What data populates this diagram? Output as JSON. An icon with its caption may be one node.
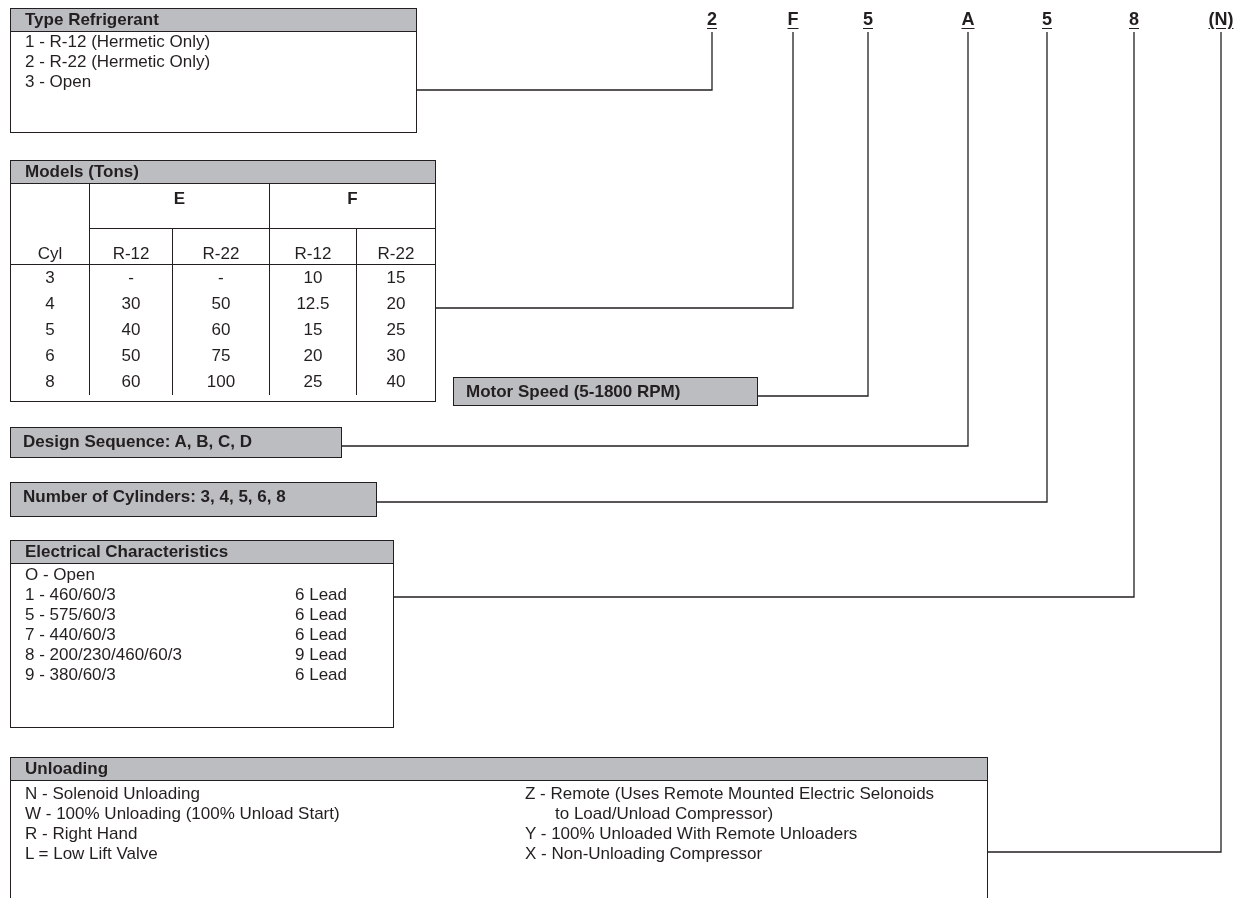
{
  "diagram": {
    "nodes": [
      {
        "text": [
          "2"
        ]
      },
      {
        "text": [
          "F"
        ]
      },
      {
        "text": [
          "5"
        ]
      },
      {
        "text": [
          "A"
        ]
      },
      {
        "text": [
          "5"
        ]
      },
      {
        "text": [
          "8"
        ]
      },
      {
        "text": [
          "(N)"
        ]
      },
      {
        "text": [
          "Type Refrigerant",
          "1 - R-12 (Hermetic Only)",
          "2 - R-22 (Hermetic Only)",
          "3 - Open"
        ]
      },
      {
        "text": [
          "Models (Tons)"
        ]
      },
      {
        "text": [
          "Motor Speed (5-1800 RPM)"
        ]
      },
      {
        "text": [
          "Design Sequence: A, B, C, D"
        ]
      },
      {
        "text": [
          "Number of Cylinders: 3, 4, 5, 6, 8"
        ]
      },
      {
        "text": [
          "Electrical Characteristics",
          "O - Open",
          "1 - 460/60/3",
          "6 Lead",
          "5 - 575/60/3",
          "6 Lead",
          "7 - 440/60/3",
          "6 Lead",
          "8 - 200/230/460/60/3",
          "9 Lead",
          "9 - 380/60/3",
          "6 Lead"
        ]
      },
      {
        "text": [
          "Unloading",
          "N - Solenoid Unloading",
          "Z - Remote (Uses Remote Mounted Electric Selonoids to Load/Unload Compressor)",
          "W - 100% Unloading (100% Unload Start)",
          "R - Right Hand",
          "Y - 100% Unloaded With Remote Unloaders",
          "L = Low Lift Valve",
          "X - Non-Unloading Compressor"
        ]
      }
    ],
    "edges": [
      {
        "from": 7,
        "to": 0,
        "arrow": "none"
      },
      {
        "from": 8,
        "to": 1,
        "arrow": "none"
      },
      {
        "from": 9,
        "to": 2,
        "arrow": "none"
      },
      {
        "from": 10,
        "to": 3,
        "arrow": "none"
      },
      {
        "from": 11,
        "to": 4,
        "arrow": "none"
      },
      {
        "from": 12,
        "to": 5,
        "arrow": "none"
      },
      {
        "from": 13,
        "to": 6,
        "arrow": "none"
      }
    ],
    "labels": [
      "E",
      "F",
      "Cyl",
      "R-12",
      "R-22",
      "R-12",
      "R-22",
      "3",
      "-",
      "-",
      "10",
      "15",
      "4",
      "30",
      "50",
      "12.5",
      "20",
      "5",
      "40",
      "60",
      "15",
      "25",
      "6",
      "50",
      "75",
      "20",
      "30",
      "8",
      "60",
      "100",
      "25",
      "40"
    ]
  }
}
